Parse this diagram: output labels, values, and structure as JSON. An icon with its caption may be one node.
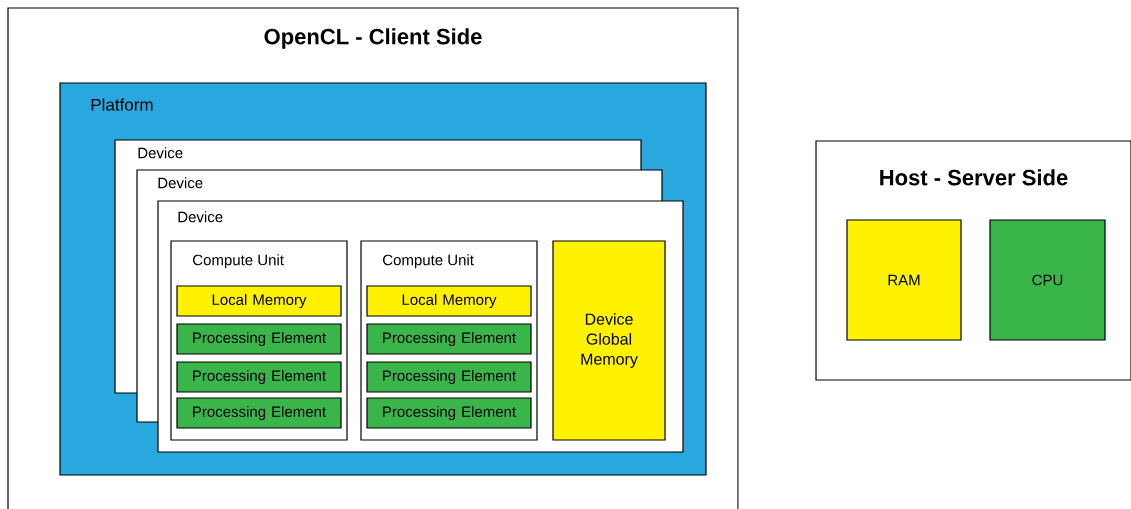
{
  "diagram": {
    "nodes": [
      {
        "text": [
          "OpenCL - Client Side"
        ]
      },
      {
        "text": [
          "Platform"
        ],
        "in": 0
      },
      {
        "text": [
          "Device"
        ],
        "in": 1
      },
      {
        "text": [
          "Device"
        ],
        "in": 1
      },
      {
        "text": [
          "Device"
        ],
        "in": 1
      },
      {
        "text": [
          "Compute Unit"
        ],
        "in": 4
      },
      {
        "text": [
          "Local Memory"
        ]
      },
      {
        "text": [
          "Processing Element"
        ]
      },
      {
        "text": [
          "Processing Element"
        ]
      },
      {
        "text": [
          "Processing Element"
        ],
        "in": 5
      },
      {
        "text": [
          "Compute Unit"
        ],
        "in": 4
      },
      {
        "text": [
          "Local Memory"
        ]
      },
      {
        "text": [
          "Processing Element"
        ]
      },
      {
        "text": [
          "Processing Element"
        ]
      },
      {
        "text": [
          "Processing Element"
        ],
        "in": 10
      },
      {
        "text": [
          "Device Global Memory"
        ],
        "in": 4
      },
      {
        "text": [
          "Host - Server Side"
        ]
      },
      {
        "text": [
          "RAM"
        ],
        "in": 16
      },
      {
        "text": [
          "CPU"
        ],
        "in": 16
      }
    ]
  }
}
